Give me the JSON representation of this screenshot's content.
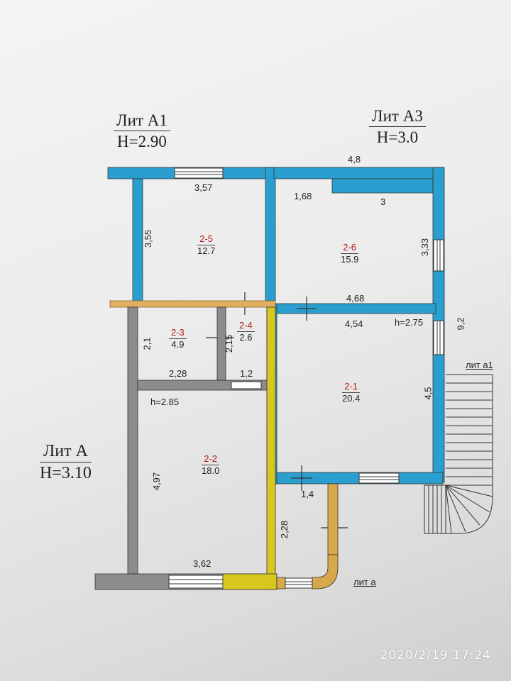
{
  "blocks": {
    "a1": {
      "title": "Лит А1",
      "height": "H=2.90"
    },
    "a3": {
      "title": "Лит А3",
      "height": "H=3.0"
    },
    "a": {
      "title": "Лит А",
      "height": "H=3.10"
    }
  },
  "annex_labels": {
    "a1": "лит а1",
    "a": "лит а"
  },
  "rooms": {
    "r25": {
      "number": "2-5",
      "area": "12.7"
    },
    "r26": {
      "number": "2-6",
      "area": "15.9"
    },
    "r23": {
      "number": "2-3",
      "area": "4.9"
    },
    "r24": {
      "number": "2-4",
      "area": "2.6"
    },
    "r21": {
      "number": "2-1",
      "area": "20.4"
    },
    "r22": {
      "number": "2-2",
      "area": "18.0"
    }
  },
  "dimensions": {
    "top_a3": "4,8",
    "r25_width": "3,57",
    "r25_height": "3,55",
    "r26_left": "1,68",
    "r26_right": "3",
    "r26_height": "3,33",
    "r26_bottom": "4,68",
    "side_total": "9,2",
    "r21_top": "4,54",
    "r21_height": "4,5",
    "r23_height": "2,1",
    "r24_height": "2,15",
    "r23_width": "2,28",
    "r24_width": "1,2",
    "r22_height": "4,97",
    "r22_width": "3,62",
    "porch_width": "1,4",
    "porch_height": "2,28"
  },
  "heights": {
    "r21": "h=2.75",
    "r22": "h=2.85"
  },
  "timestamp": "2020/2/19  17:24",
  "colors": {
    "a3_wall": "#2a9fcf",
    "a1_wall": "#2a9fcf",
    "a_wall": "#8c8c8c",
    "partition": "#d8c81e",
    "porch_wall": "#d9a84a",
    "beam": "#e0b060"
  }
}
